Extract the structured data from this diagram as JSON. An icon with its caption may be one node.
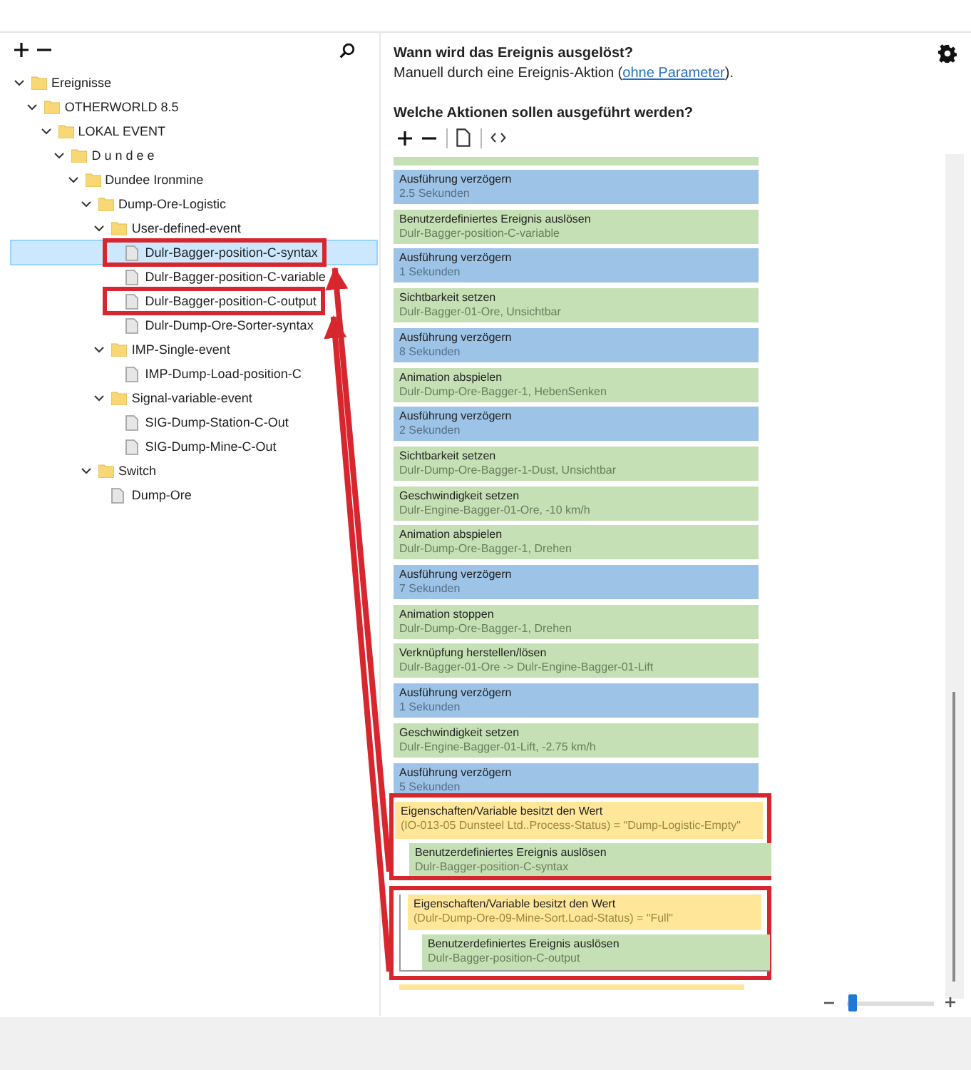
{
  "diagram": {
    "nodes": [
      {
        "text": [
          "Ereignisse"
        ]
      },
      {
        "text": [
          "OTHERWORLD 8.5"
        ]
      },
      {
        "text": [
          "LOKAL EVENT"
        ]
      },
      {
        "text": [
          "D u n d e e"
        ]
      },
      {
        "text": [
          "Dundee Ironmine"
        ]
      },
      {
        "text": [
          "Dump-Ore-Logistic"
        ]
      },
      {
        "text": [
          "User-defined-event"
        ]
      },
      {
        "text": [
          "Dulr-Bagger-position-C-syntax"
        ]
      },
      {
        "text": [
          "Dulr-Bagger-position-C-variable"
        ]
      },
      {
        "text": [
          "Dulr-Bagger-position-C-output"
        ]
      },
      {
        "text": [
          "Dulr-Dump-Ore-Sorter-syntax"
        ]
      },
      {
        "text": [
          "IMP-Single-event"
        ]
      },
      {
        "text": [
          "IMP-Dump-Load-position-C"
        ]
      },
      {
        "text": [
          "Signal-variable-event"
        ]
      },
      {
        "text": [
          "SIG-Dump-Station-C-Out"
        ]
      },
      {
        "text": [
          "SIG-Dump-Mine-C-Out"
        ]
      },
      {
        "text": [
          "Switch"
        ]
      },
      {
        "text": [
          "Dump-Ore"
        ]
      },
      {
        "text": [
          "Ausführung verzögern",
          "2.5 Sekunden"
        ]
      },
      {
        "text": [
          "Benutzerdefiniertes Ereignis auslösen",
          "Dulr-Bagger-position-C-variable"
        ]
      },
      {
        "text": [
          "Ausführung verzögern",
          "1 Sekunden"
        ]
      },
      {
        "text": [
          "Sichtbarkeit setzen",
          "Dulr-Bagger-01-Ore, Unsichtbar"
        ]
      },
      {
        "text": [
          "Ausführung verzögern",
          "8 Sekunden"
        ]
      },
      {
        "text": [
          "Animation abspielen",
          "Dulr-Dump-Ore-Bagger-1, HebenSenken"
        ]
      },
      {
        "text": [
          "Ausführung verzögern",
          "2 Sekunden"
        ]
      },
      {
        "text": [
          "Sichtbarkeit setzen",
          "Dulr-Dump-Ore-Bagger-1-Dust, Unsichtbar"
        ]
      },
      {
        "text": [
          "Geschwindigkeit setzen",
          "Dulr-Engine-Bagger-01-Ore, -10 km/h"
        ]
      },
      {
        "text": [
          "Animation abspielen",
          "Dulr-Dump-Ore-Bagger-1, Drehen"
        ]
      },
      {
        "text": [
          "Ausführung verzögern",
          "7 Sekunden"
        ]
      },
      {
        "text": [
          "Animation stoppen",
          "Dulr-Dump-Ore-Bagger-1, Drehen"
        ]
      },
      {
        "text": [
          "Verknüpfung herstellen/lösen",
          "Dulr-Bagger-01-Ore -> Dulr-Engine-Bagger-01-Lift"
        ]
      },
      {
        "text": [
          "Ausführung verzögern",
          "1 Sekunden"
        ]
      },
      {
        "text": [
          "Geschwindigkeit setzen",
          "Dulr-Engine-Bagger-01-Lift, -2.75 km/h"
        ]
      },
      {
        "text": [
          "Ausführung verzögern",
          "5 Sekunden"
        ]
      },
      {
        "text": [],
        "shape": "box"
      },
      {
        "text": [
          "Eigenschaften/Variable besitzt den Wert",
          "(IO-013-05 Dunsteel Ltd..Process-Status) = \"Dump-Logistic-Empty\""
        ],
        "in": 34
      },
      {
        "text": [
          "Benutzerdefiniertes Ereignis auslösen",
          "Dulr-Bagger-position-C-syntax"
        ],
        "in": 34
      },
      {
        "text": [],
        "shape": "box"
      },
      {
        "text": [
          "Eigenschaften/Variable besitzt den Wert",
          "(Dulr-Dump-Ore-09-Mine-Sort.Load-Status) = \"Full\""
        ],
        "in": 37
      },
      {
        "text": [
          "Benutzerdefiniertes Ereignis auslösen",
          "Dulr-Bagger-position-C-output"
        ],
        "in": 37
      }
    ],
    "edges": [
      {
        "from": 34,
        "to": 7,
        "arrow": "to"
      },
      {
        "from": 37,
        "to": 9,
        "arrow": "to"
      }
    ],
    "labels": [
      "Wann wird das Ereignis ausgelöst?",
      "Manuell durch eine Ereignis-Aktion (",
      "ohne Parameter",
      ").",
      "Welche Aktionen sollen ausgeführt werden?"
    ]
  }
}
